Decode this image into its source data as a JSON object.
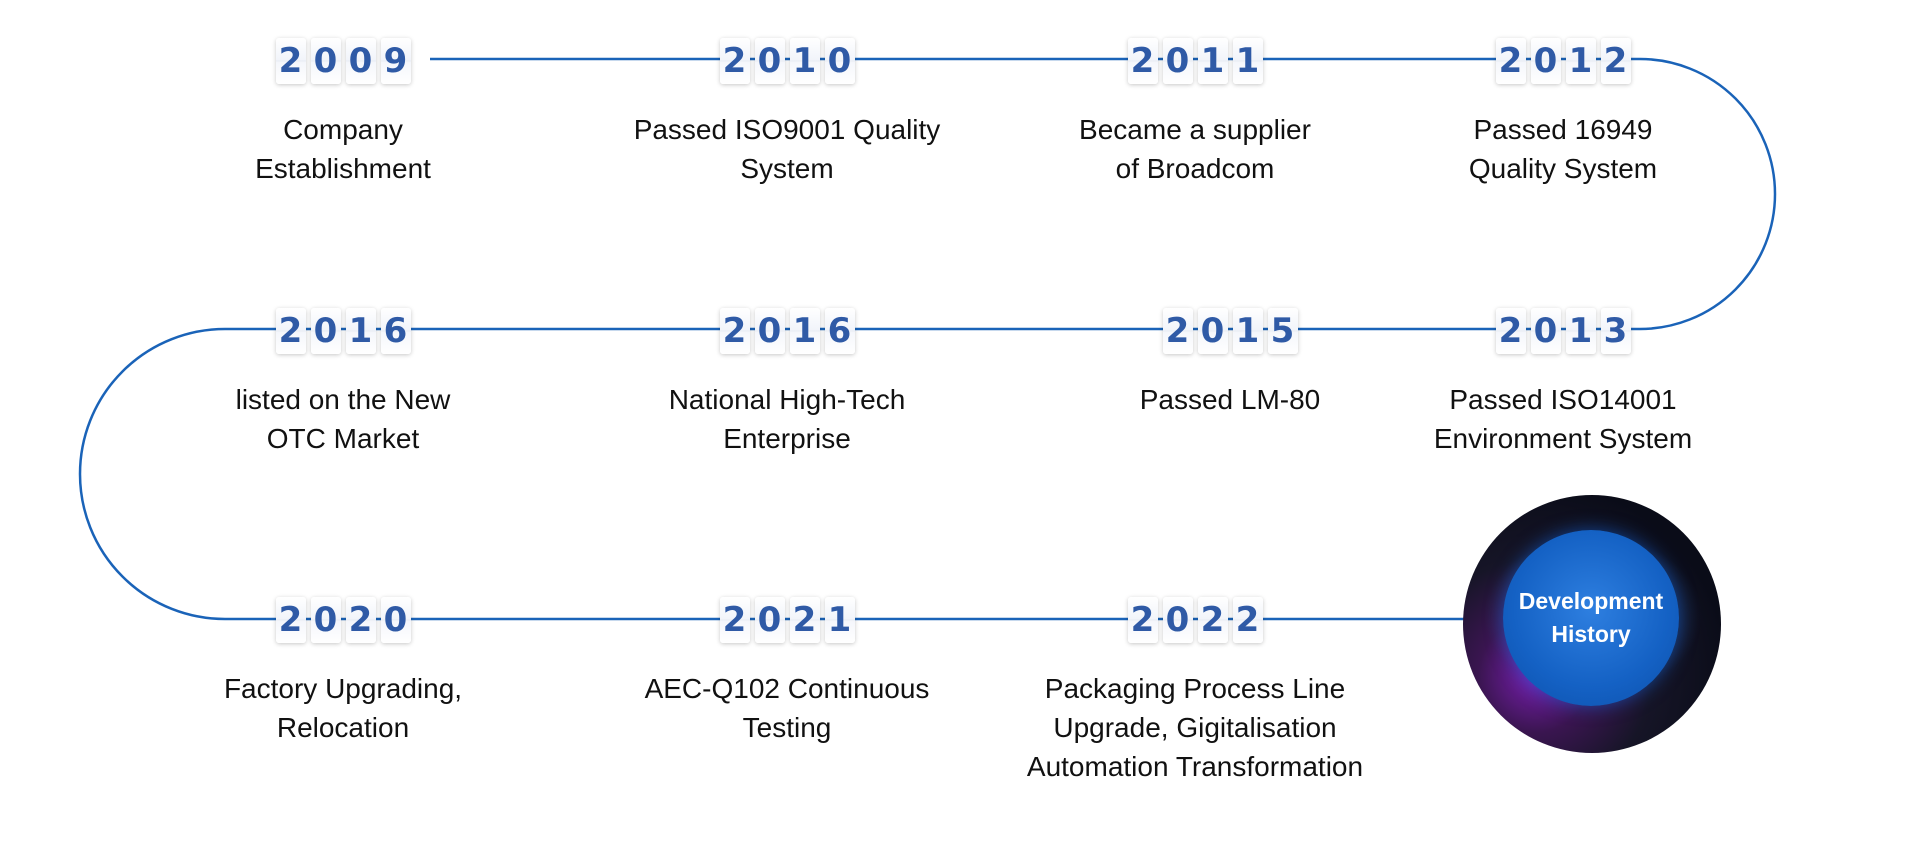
{
  "milestones": [
    {
      "year": "2009",
      "lines": [
        "Company",
        "Establishment"
      ]
    },
    {
      "year": "2010",
      "lines": [
        "Passed ISO9001 Quality",
        "System"
      ]
    },
    {
      "year": "2011",
      "lines": [
        "Became a supplier",
        "of Broadcom"
      ]
    },
    {
      "year": "2012",
      "lines": [
        "Passed 16949",
        "Quality System"
      ]
    },
    {
      "year": "2013",
      "lines": [
        "Passed ISO14001",
        "Environment System"
      ]
    },
    {
      "year": "2015",
      "lines": [
        "Passed LM-80"
      ]
    },
    {
      "year": "2016",
      "lines": [
        "National High-Tech",
        "Enterprise"
      ]
    },
    {
      "year": "2016",
      "lines": [
        "listed on the New",
        "OTC Market"
      ]
    },
    {
      "year": "2020",
      "lines": [
        "Factory Upgrading,",
        "Relocation"
      ]
    },
    {
      "year": "2021",
      "lines": [
        "AEC-Q102 Continuous",
        "Testing"
      ]
    },
    {
      "year": "2022",
      "lines": [
        "Packaging Process Line",
        "Upgrade, Gigitalisation",
        "Automation Transformation"
      ]
    }
  ],
  "badge": {
    "lines": [
      "Development",
      "History"
    ]
  },
  "colors": {
    "line": "#1a63b8",
    "digit": "#2f5aa6",
    "badge": "#1461c4"
  }
}
